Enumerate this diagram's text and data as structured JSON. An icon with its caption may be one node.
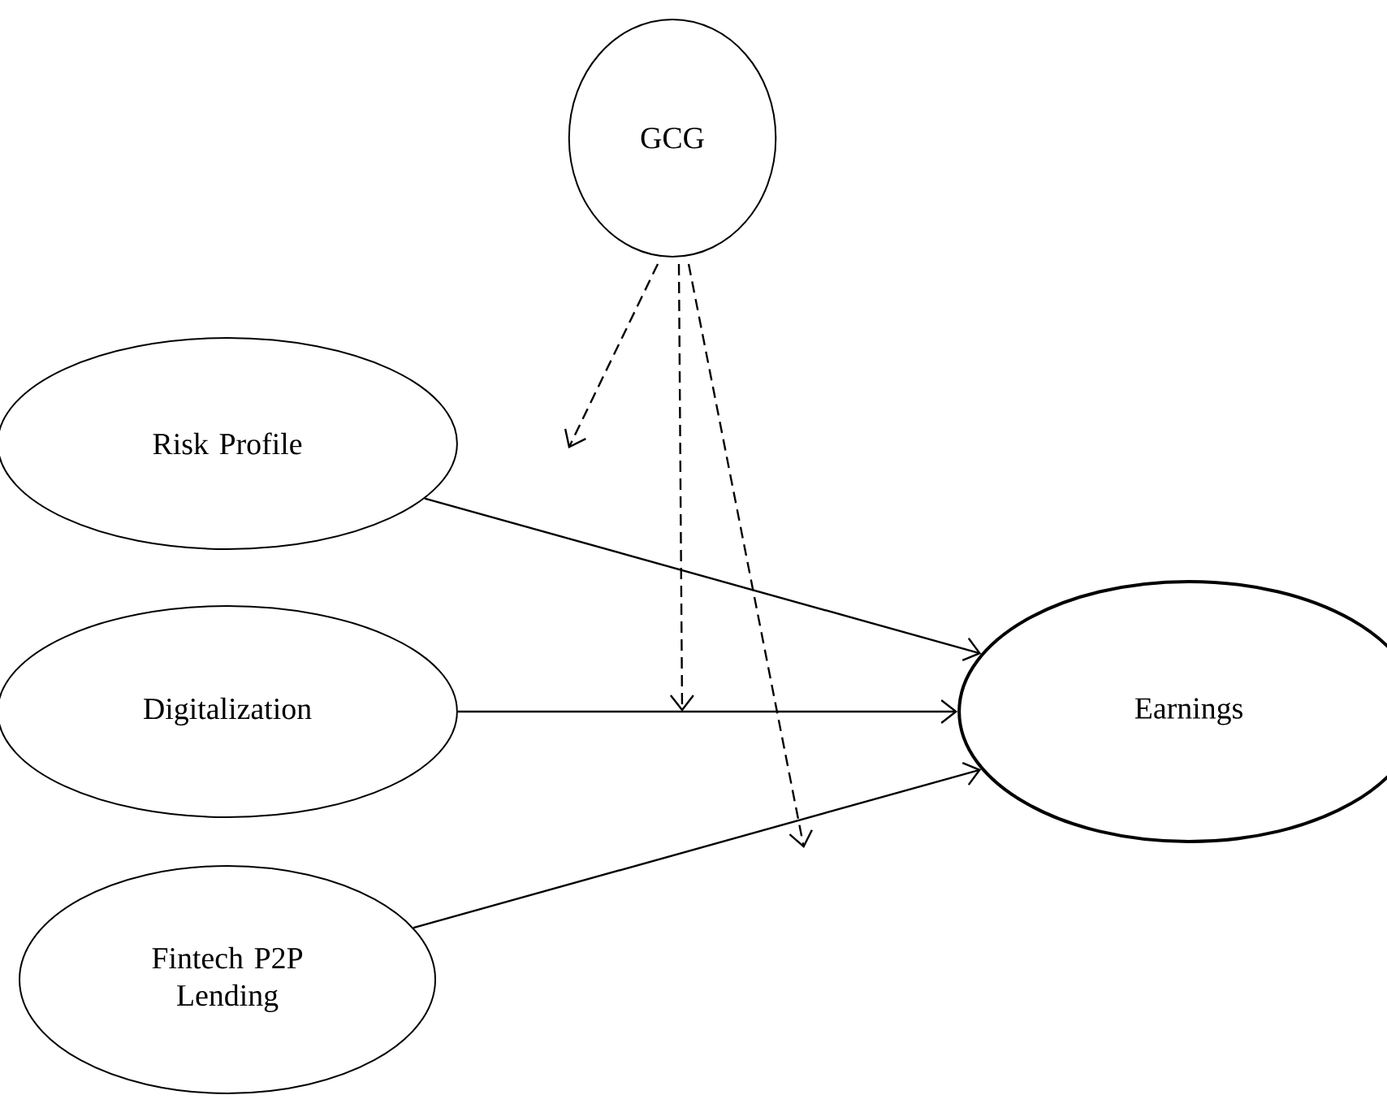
{
  "diagram": {
    "nodes": [
      {
        "text": [
          "GCG"
        ]
      },
      {
        "text": [
          "Risk Profile"
        ]
      },
      {
        "text": [
          "Digitalization"
        ]
      },
      {
        "text": [
          "Fintech P2P Lending"
        ]
      },
      {
        "text": [
          "Earnings"
        ]
      }
    ],
    "edges": [
      {
        "from": 1,
        "to": 4,
        "arrow": "to"
      },
      {
        "from": 2,
        "to": 4,
        "arrow": "to"
      },
      {
        "from": 3,
        "to": 4,
        "arrow": "to"
      },
      {
        "from": 0,
        "to": null,
        "arrow": "to",
        "style": "dashed"
      },
      {
        "from": 0,
        "to": null,
        "arrow": "to",
        "style": "dashed"
      },
      {
        "from": 0,
        "to": null,
        "arrow": "to",
        "style": "dashed"
      }
    ]
  }
}
